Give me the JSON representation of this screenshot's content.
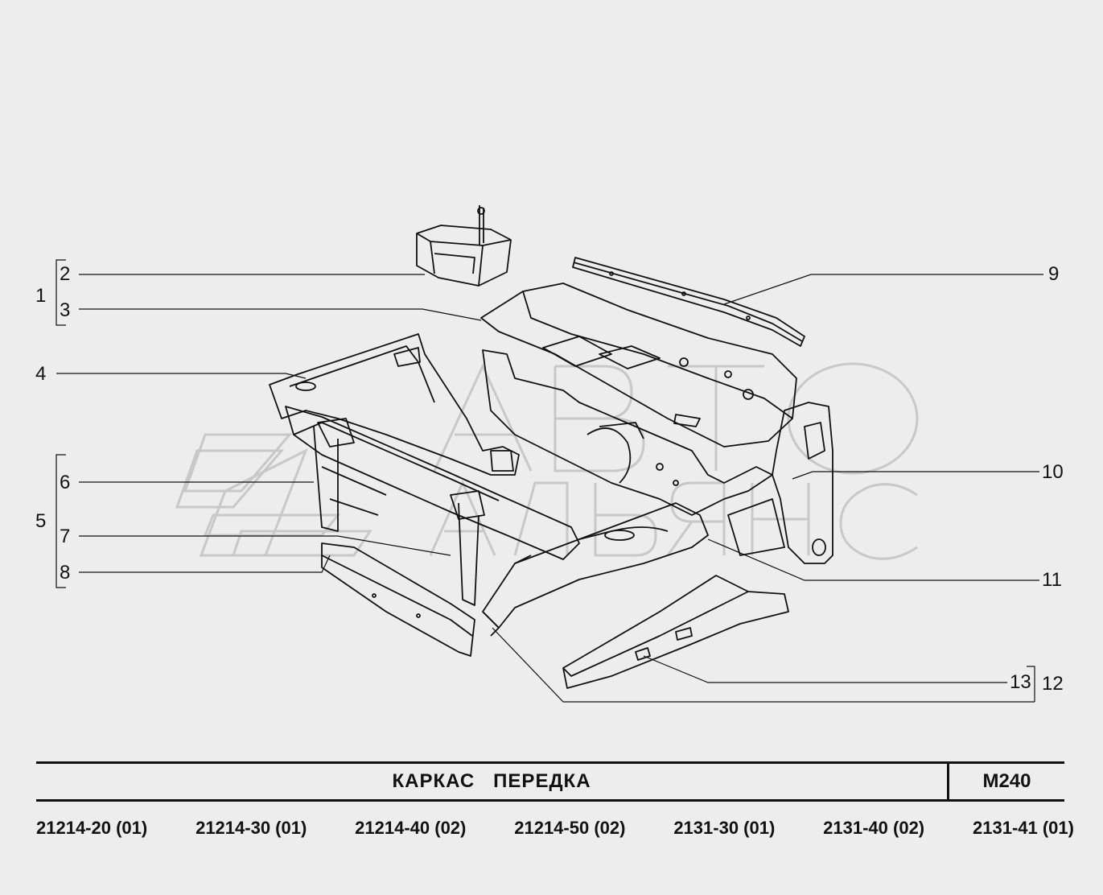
{
  "diagram": {
    "title": "КАРКАС   ПЕРЕДКА",
    "code": "М240",
    "watermark_icon": "avto-alyans-logo",
    "watermark_text": [
      "АВТО",
      "АЛЬЯНС"
    ],
    "callouts": [
      "1",
      "2",
      "3",
      "4",
      "5",
      "6",
      "7",
      "8",
      "9",
      "10",
      "11",
      "12",
      "13"
    ],
    "models": [
      "21214-20 (01)",
      "21214-30 (01)",
      "21214-40 (02)",
      "21214-50 (02)",
      "2131-30 (01)",
      "2131-40 (02)",
      "2131-41 (01)"
    ],
    "colors": {
      "background": "#ededed",
      "line": "#111111",
      "watermark": "#bdbdbd"
    }
  }
}
